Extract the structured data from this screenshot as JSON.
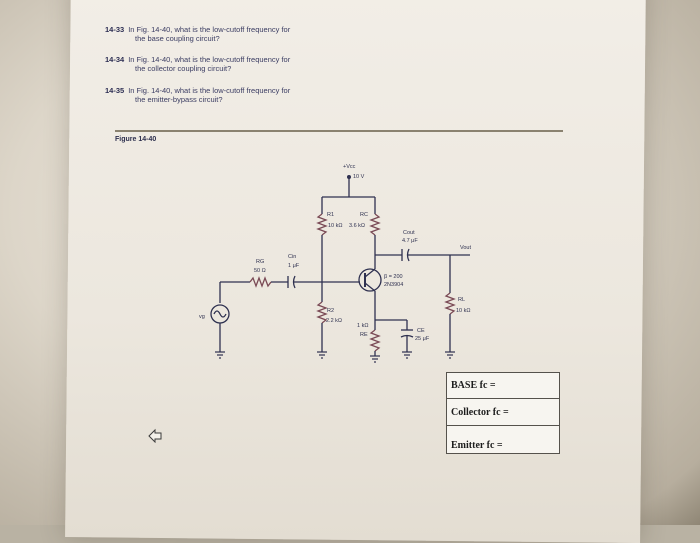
{
  "problems": [
    {
      "number": "14-33",
      "line1": "In Fig. 14-40, what is the low-cutoff frequency for",
      "line2": "the base coupling circuit?"
    },
    {
      "number": "14-34",
      "line1": "In Fig. 14-40, what is the low-cutoff frequency for",
      "line2": "the collector coupling circuit?"
    },
    {
      "number": "14-35",
      "line1": "In Fig. 14-40, what is the low-cutoff frequency for",
      "line2": "the emitter-bypass circuit?"
    }
  ],
  "figure_label": "Figure 14-40",
  "circuit": {
    "vcc_label": "+Vcc",
    "vcc_value": "10 V",
    "r1_label": "R1",
    "r1_value": "10 kΩ",
    "rc_label": "RC",
    "rc_value": "3.6 kΩ",
    "cout_label": "Cout",
    "cout_value": "4.7 μF",
    "vout_label": "Vout",
    "rg_label": "RG",
    "rg_value": "50 Ω",
    "cin_label": "Cin",
    "cin_value": "1 μF",
    "beta": "β = 200",
    "transistor": "2N3904",
    "rl_label": "RL",
    "rl_value": "10 kΩ",
    "r2_label": "R2",
    "r2_value": "2.2 kΩ",
    "re_label": "RE",
    "re_value": "1 kΩ",
    "ce_label": "CE",
    "ce_value": "25 μF",
    "vg_label": "vg"
  },
  "answers": {
    "base": "BASE fc =",
    "collector": "Collector fc =",
    "emitter": "Emitter fc ="
  },
  "colors": {
    "ink": "#2f3150",
    "paper": "#efeae2",
    "table_border": "#55524c"
  },
  "icons": [
    "pointer-cursor-icon",
    "ground-icon",
    "ac-source-icon"
  ]
}
